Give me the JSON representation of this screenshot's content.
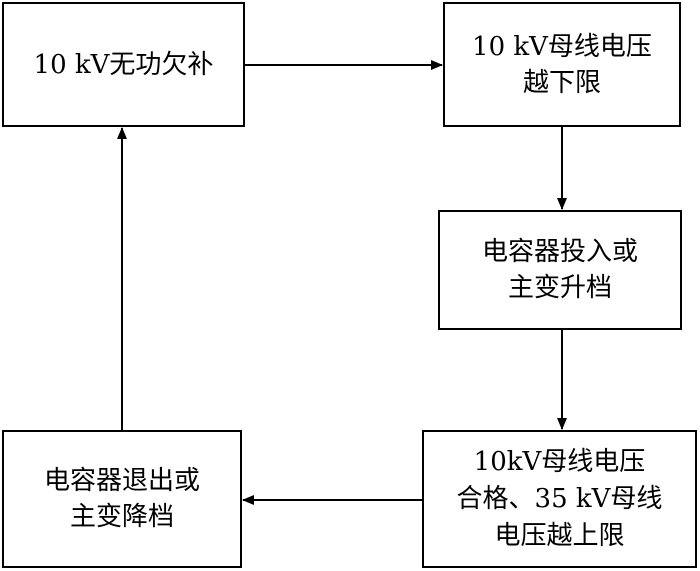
{
  "nodes": {
    "reactive_shortage": "10 kV无功欠补",
    "bus_voltage_low": "10 kV母线电压\n越下限",
    "capacitor_in_or_tap_up": "电容器投入或\n主变升档",
    "voltage_ok_35kv_high": "10kV母线电压\n合格、35 kV母线\n电压越上限",
    "capacitor_out_or_tap_down": "电容器退出或\n主变降档"
  },
  "colors": {
    "line": "#000000",
    "box_border": "#000000",
    "background": "#ffffff"
  }
}
